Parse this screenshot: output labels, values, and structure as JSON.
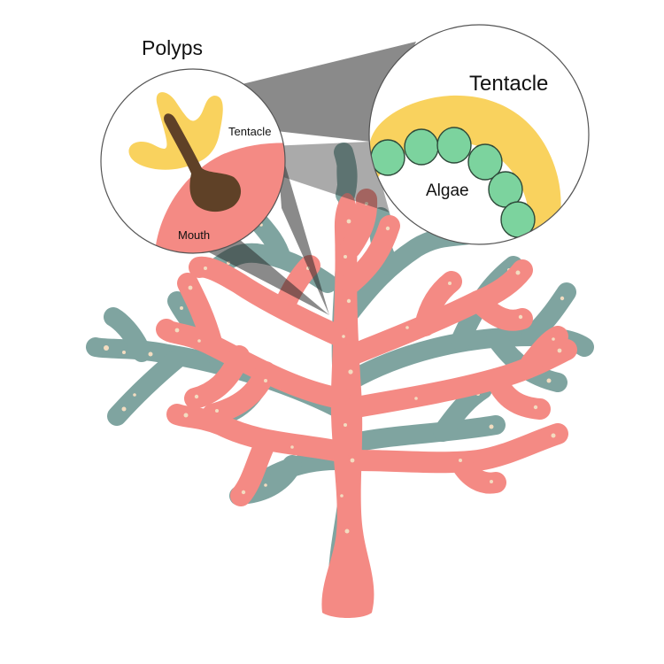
{
  "labels": {
    "polyps": "Polyps",
    "tentacle_small": "Tentacle",
    "mouth": "Mouth",
    "tentacle_large": "Tentacle",
    "algae": "Algae"
  },
  "colors": {
    "coral_front": "#f48a84",
    "coral_back": "#7fa4a0",
    "spots": "#f3dcc0",
    "tentacle_yellow": "#f9d25e",
    "polyp_body": "#5f4127",
    "algae_green": "#7cd39e",
    "zoom_cone": "#2a2a2a"
  }
}
